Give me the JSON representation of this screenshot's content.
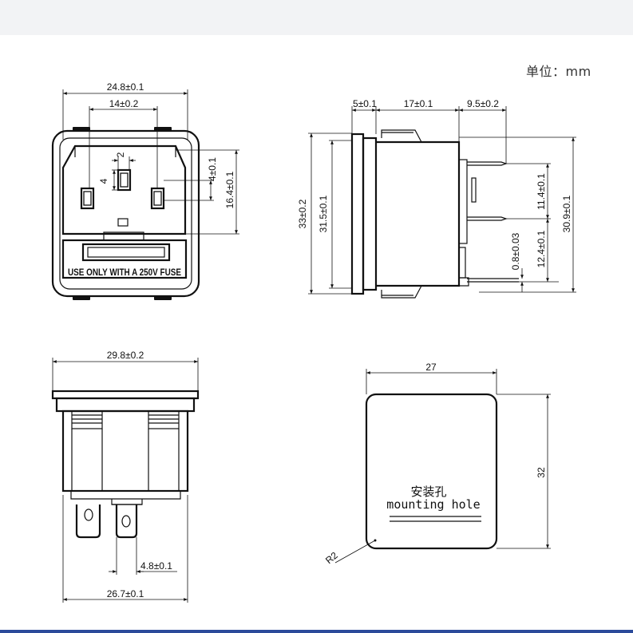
{
  "units_label": "单位：mm",
  "front_view": {
    "width_dim": "24.8±0.1",
    "pin_span_dim": "14±0.2",
    "pin_width_dim": "2",
    "pin_height_dim": "4",
    "socket_height_dim": "4±0.1",
    "body_height_dim": "16.4±0.1",
    "fuse_label": "USE ONLY WITH A 250V FUSE"
  },
  "side_view": {
    "flange_dim": "5±0.1",
    "body_depth_dim": "17±0.1",
    "terminal_dim": "9.5±0.2",
    "overall_height_dim": "33±0.2",
    "inner_height_dim": "31.5±0.1",
    "terminal_spacing_dim": "11.4±0.1",
    "lower_offset_dim": "12.4±0.1",
    "tab_thickness_dim": "0.8±0.03",
    "total_height_dim": "30.9±0.1"
  },
  "bottom_view": {
    "flange_width_dim": "29.8±0.2",
    "terminal_spacing_dim": "4.8±0.1",
    "body_width_dim": "26.7±0.1"
  },
  "mounting_hole": {
    "width_dim": "27",
    "height_dim": "32",
    "radius_dim": "R2",
    "label_cn": "安装孔",
    "label_en": "mounting hole"
  }
}
